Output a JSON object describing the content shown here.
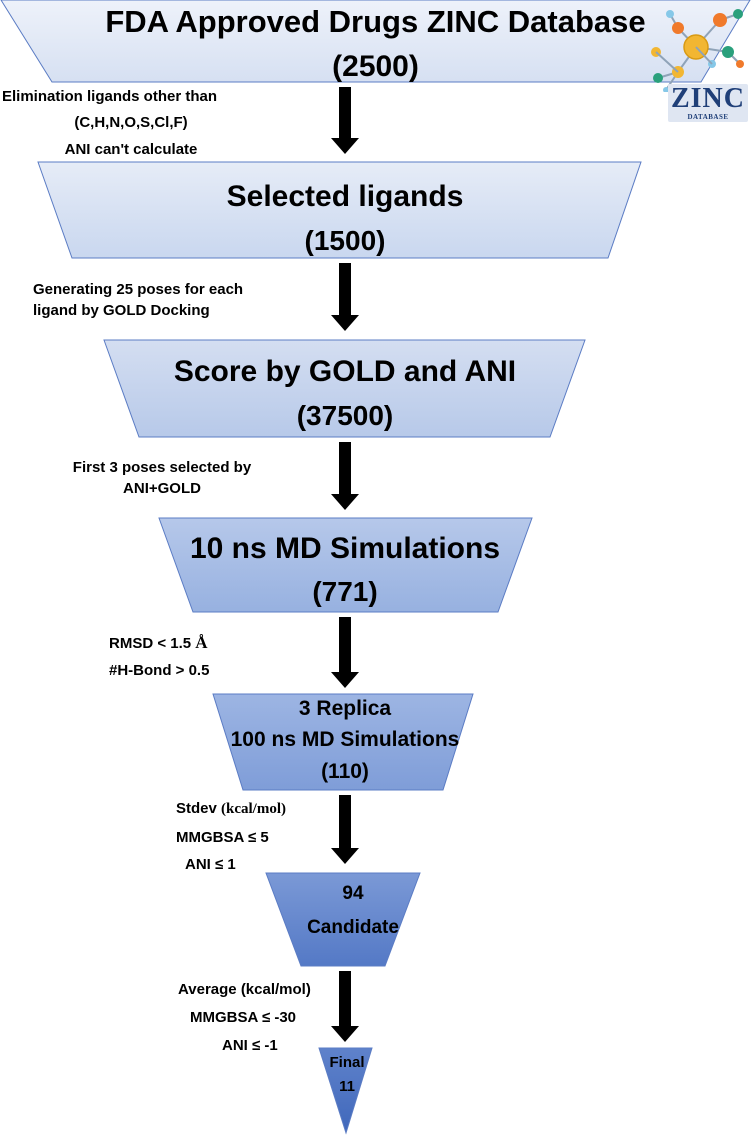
{
  "stages": [
    {
      "title": "FDA Approved Drugs ZINC Database",
      "count": "(2500)",
      "fill_top": "#eef2fa",
      "fill_bottom": "#d6e0f2"
    },
    {
      "title": "Selected ligands",
      "count": "(1500)",
      "fill_top": "#e6ecf7",
      "fill_bottom": "#c9d7ef"
    },
    {
      "title": "Score by GOLD and ANI",
      "count": "(37500)",
      "fill_top": "#d4def1",
      "fill_bottom": "#b7c9e9"
    },
    {
      "title": "10 ns MD Simulations",
      "count": "(771)",
      "fill_top": "#b6c8ea",
      "fill_bottom": "#97b1e0"
    },
    {
      "title_line1": "3 Replica",
      "title_line2": "100 ns MD Simulations",
      "count": "(110)",
      "fill_top": "#9db5e3",
      "fill_bottom": "#7f9dd8"
    },
    {
      "count": "94",
      "title": "Candidate",
      "fill_top": "#7b99d6",
      "fill_bottom": "#5479c6"
    },
    {
      "title": "Final",
      "count": "11",
      "fill_top": "#5f82cb",
      "fill_bottom": "#4068bb"
    }
  ],
  "criteria": {
    "c1": {
      "line1": "Elimination ligands other than",
      "line2": "(C,H,N,O,S,Cl,F)",
      "line3": "ANI can't calculate"
    },
    "c2": {
      "line1": "Generating 25 poses for each",
      "line2": "ligand by GOLD Docking"
    },
    "c3": {
      "line1": "First 3 poses selected by",
      "line2": "ANI+GOLD"
    },
    "c4": {
      "line1_a": "RMSD < 1.5 ",
      "line1_b": "Å",
      "line2": "#H-Bond > 0.5"
    },
    "c5": {
      "line1_a": "Stdev ",
      "line1_b": "(kcal/mol)",
      "line2": "MMGBSA ≤ 5",
      "line3": "ANI ≤ 1"
    },
    "c6": {
      "line1": "Average (kcal/mol)",
      "line2": "MMGBSA ≤ -30",
      "line3": "ANI ≤ -1"
    }
  },
  "logo": {
    "text": "ZINC",
    "subtext": "DATABASE"
  },
  "colors": {
    "arrow": "#000000",
    "outline": "#5b7cc4",
    "logo_text": "#1f3f78",
    "logo_box": "#dfe6f2"
  }
}
